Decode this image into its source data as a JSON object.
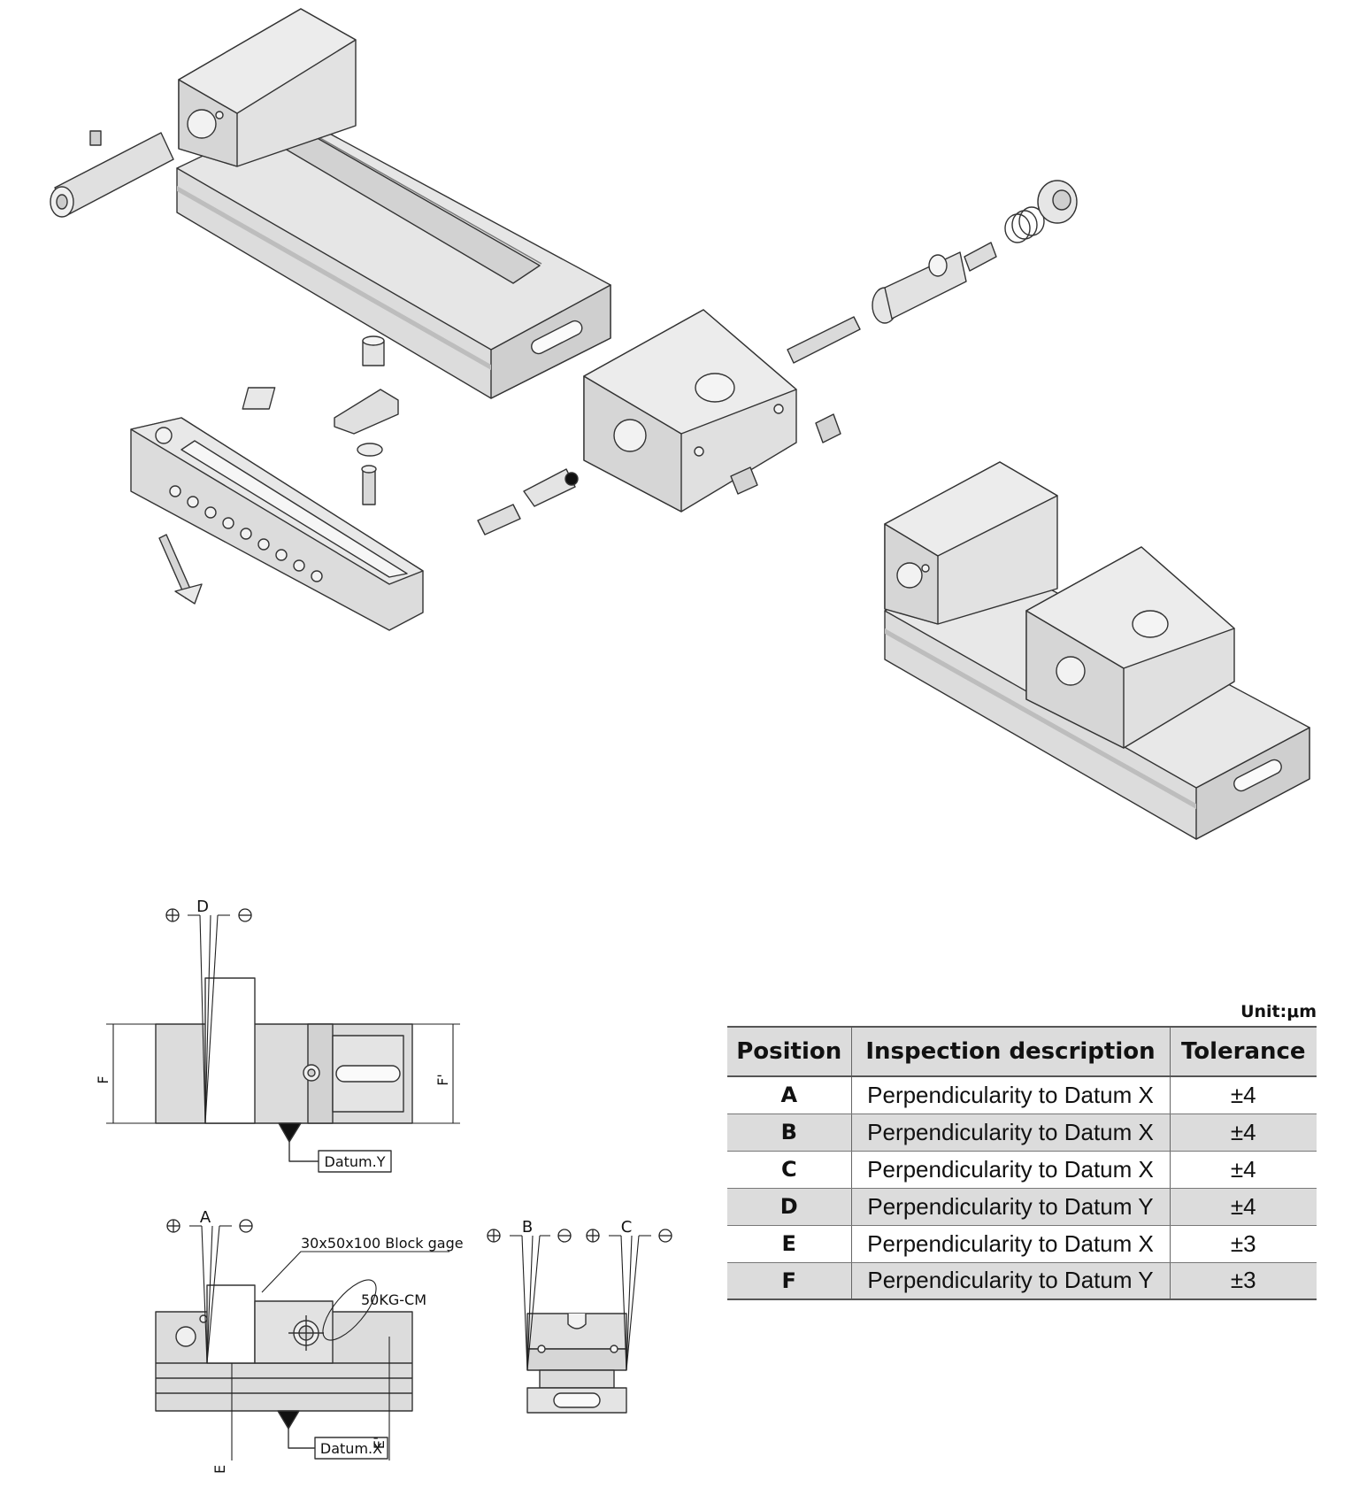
{
  "labels": {
    "d": "D",
    "a": "A",
    "b": "B",
    "c": "C",
    "f": "F",
    "f_prime": "F'",
    "e": "E",
    "e_prime": "E'",
    "datum_y": "Datum.Y",
    "datum_x": "Datum.X",
    "block_gage": "30x50x100 Block gage",
    "torque": "50KG-CM"
  },
  "table": {
    "unit": "Unit:μm",
    "headers": [
      "Position",
      "Inspection description",
      "Tolerance"
    ],
    "rows": [
      {
        "position": "A",
        "description": "Perpendicularity to Datum X",
        "tolerance": "±4"
      },
      {
        "position": "B",
        "description": "Perpendicularity to Datum X",
        "tolerance": "±4"
      },
      {
        "position": "C",
        "description": "Perpendicularity to Datum X",
        "tolerance": "±4"
      },
      {
        "position": "D",
        "description": "Perpendicularity to Datum Y",
        "tolerance": "±4"
      },
      {
        "position": "E",
        "description": "Perpendicularity to Datum X",
        "tolerance": "±3"
      },
      {
        "position": "F",
        "description": "Perpendicularity to Datum Y",
        "tolerance": "±3"
      }
    ]
  }
}
